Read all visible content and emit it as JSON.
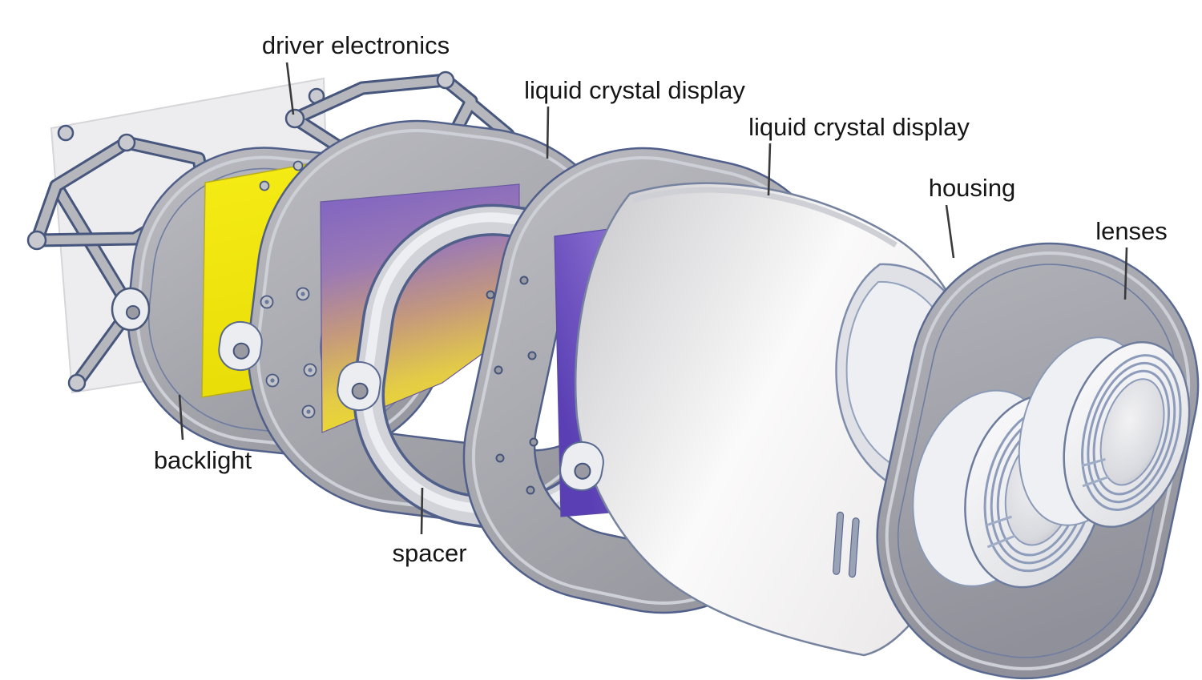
{
  "figure": {
    "type": "exploded-view technical illustration",
    "subject": "binocular head-mounted display optical stack"
  },
  "labels": {
    "driver_electronics": "driver electronics",
    "lcd_top": "liquid crystal display",
    "lcd_front": "liquid crystal display",
    "housing": "housing",
    "lenses": "lenses",
    "backlight": "backlight",
    "spacer": "spacer"
  },
  "colors": {
    "background": "#ffffff",
    "label_text": "#161616",
    "leader_line": "#3a3a3a",
    "metal_gray": "#a8a8ae",
    "outline_blue_gray": "#50608a",
    "backplate_gray": "#ececee",
    "backlight_yellow": "#f2e70e",
    "lcd_gradient_purple": "#7f63c3",
    "lcd_gradient_yellow": "#eedc2a",
    "lcd_front_purple": "#5a3fb4",
    "lcd_front_lavender": "#ddd3f4",
    "housing_white": "#f6f5f5",
    "lens_plate_gray": "#9b9ba3",
    "lens_barrel_white": "#f1f1f3"
  }
}
